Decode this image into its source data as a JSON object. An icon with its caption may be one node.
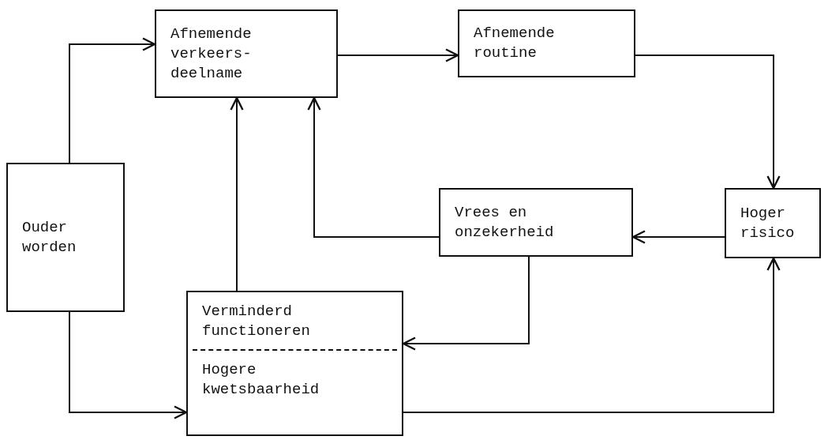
{
  "diagram": {
    "nodes": [
      {
        "text": [
          "Ouder worden"
        ]
      },
      {
        "text": [
          "Afnemende verkeers- deelname"
        ]
      },
      {
        "text": [
          "Afnemende routine"
        ]
      },
      {
        "text": [
          "Hoger risico"
        ]
      },
      {
        "text": [
          "Vrees en onzekerheid"
        ]
      },
      {
        "text": [
          "Verminderd functioneren",
          "Hogere kwetsbaarheid"
        ]
      }
    ],
    "edges": [
      {
        "from": 0,
        "to": 1,
        "arrow": "to"
      },
      {
        "from": 0,
        "to": 5,
        "arrow": "to"
      },
      {
        "from": 1,
        "to": 2,
        "arrow": "to"
      },
      {
        "from": 2,
        "to": 3,
        "arrow": "to"
      },
      {
        "from": 3,
        "to": 4,
        "arrow": "to"
      },
      {
        "from": 4,
        "to": 1,
        "arrow": "to"
      },
      {
        "from": 4,
        "to": 5,
        "arrow": "to"
      },
      {
        "from": 5,
        "to": 1,
        "arrow": "to"
      },
      {
        "from": 5,
        "to": 3,
        "arrow": "to"
      }
    ]
  }
}
